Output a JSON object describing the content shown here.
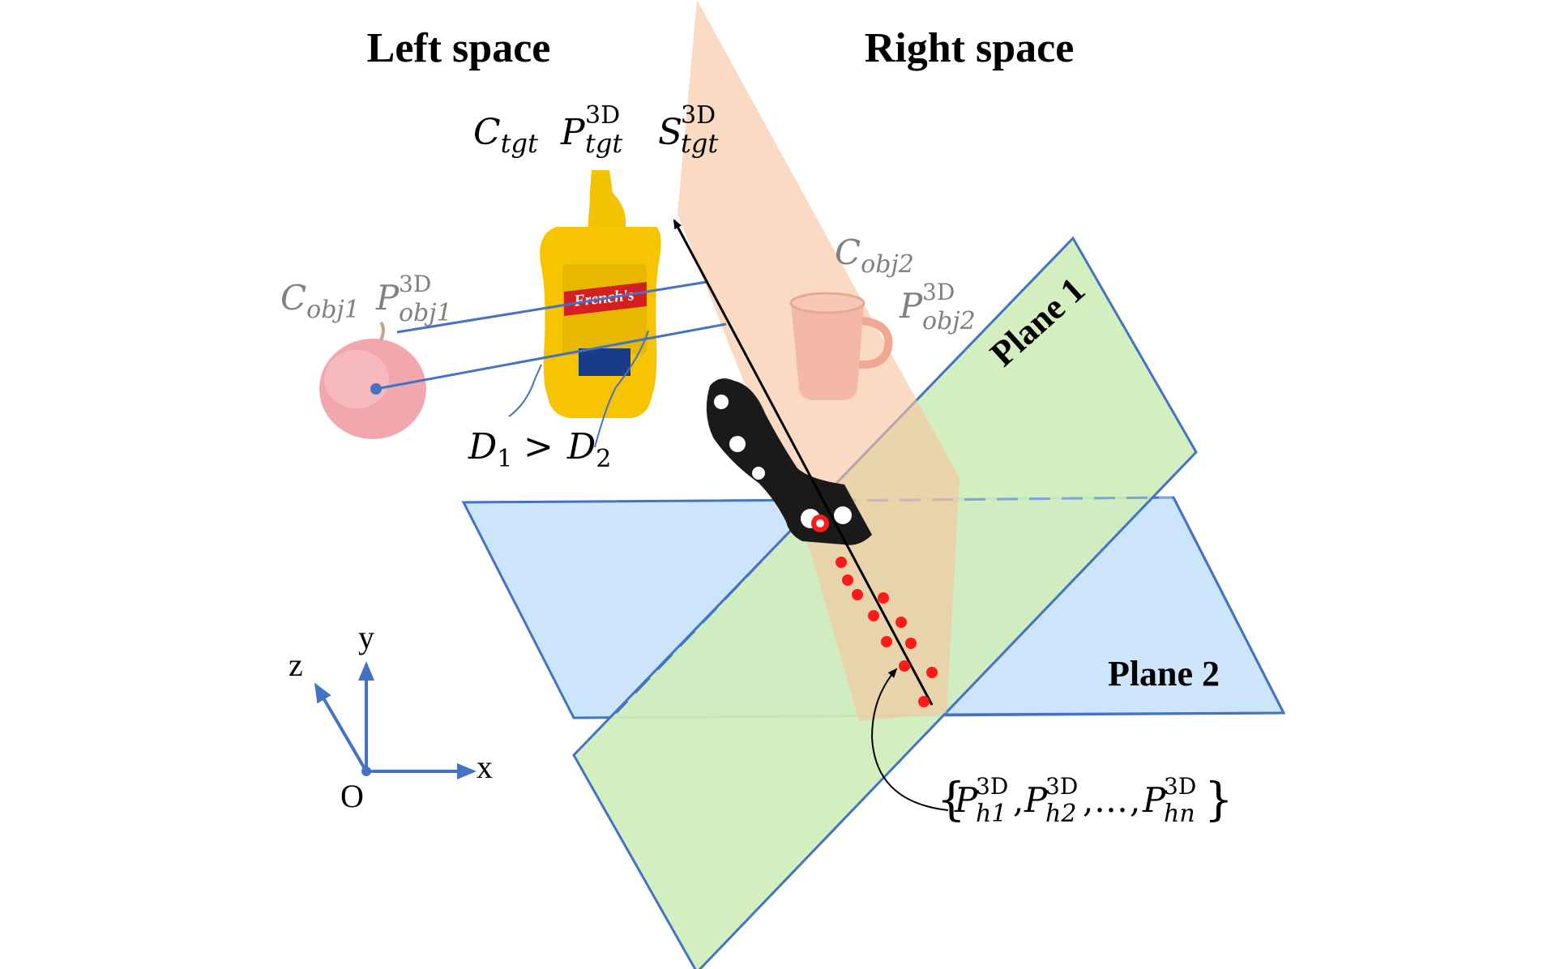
{
  "headings": {
    "left": "Left space",
    "right": "Right space"
  },
  "planes": {
    "plane1": "Plane 1",
    "plane2": "Plane 2"
  },
  "target": {
    "c_base": "C",
    "c_sub": "tgt",
    "p_base": "P",
    "p_sub": "tgt",
    "p_sup": "3D",
    "s_base": "S",
    "s_sub": "tgt",
    "s_sup": "3D"
  },
  "obj1": {
    "c_base": "C",
    "c_sub": "obj1",
    "p_base": "P",
    "p_sub": "obj1",
    "p_sup": "3D"
  },
  "obj2": {
    "c_base": "C",
    "c_sub": "obj2",
    "p_base": "P",
    "p_sub": "obj2",
    "p_sup": "3D"
  },
  "distance": {
    "d1_base": "D",
    "d1_sub": "1",
    "op": ">",
    "d2_base": "D",
    "d2_sub": "2"
  },
  "hand_points": {
    "open": "{",
    "close": "}",
    "sep": ",",
    "ellipsis": "…",
    "base": "P",
    "sup": "3D",
    "subs": [
      "h1",
      "h2",
      "hn"
    ]
  },
  "axes": {
    "x": "x",
    "y": "y",
    "z": "z",
    "origin": "O"
  },
  "label_on_bottle": "French's",
  "colors": {
    "plane_blue_fill": "#cce5fb",
    "plane_green_fill": "#d4f0c0",
    "plane_edge": "#4472c4",
    "cone_fill": "#f9c9a6",
    "red_dots": "#ff1a1a",
    "gray_text": "#808080",
    "axis_blue": "#4472c4"
  }
}
